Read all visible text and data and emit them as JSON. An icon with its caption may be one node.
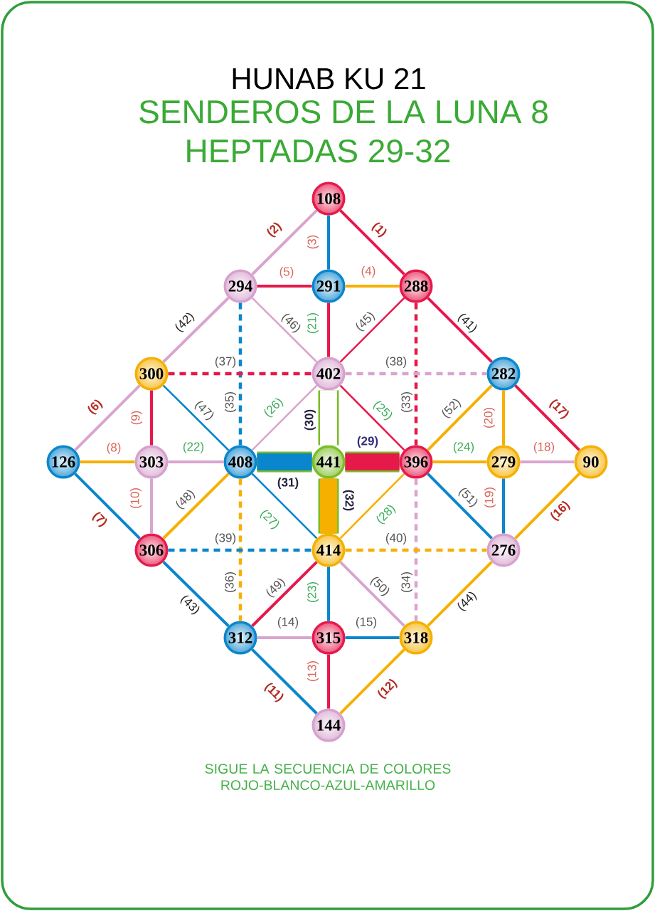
{
  "diagram": {
    "title": "HUNAB KU 21",
    "nodes": [
      {
        "text": [
          "108"
        ]
      },
      {
        "text": [
          "294"
        ]
      },
      {
        "text": [
          "291"
        ]
      },
      {
        "text": [
          "288"
        ]
      },
      {
        "text": [
          "300"
        ]
      },
      {
        "text": [
          "402"
        ]
      },
      {
        "text": [
          "282"
        ]
      },
      {
        "text": [
          "126"
        ]
      },
      {
        "text": [
          "303"
        ]
      },
      {
        "text": [
          "408"
        ]
      },
      {
        "text": [
          "441"
        ]
      },
      {
        "text": [
          "396"
        ]
      },
      {
        "text": [
          "279"
        ]
      },
      {
        "text": [
          "90"
        ]
      },
      {
        "text": [
          "306"
        ]
      },
      {
        "text": [
          "414"
        ]
      },
      {
        "text": [
          "276"
        ]
      },
      {
        "text": [
          "312"
        ]
      },
      {
        "text": [
          "315"
        ]
      },
      {
        "text": [
          "318"
        ]
      },
      {
        "text": [
          "144"
        ]
      }
    ],
    "edges": [
      {
        "from": 0,
        "to": 3,
        "arrow": "none",
        "label": "(1)",
        "color": "#e6194b"
      },
      {
        "from": 0,
        "to": 1,
        "arrow": "none",
        "label": "(2)",
        "color": "#d9a5cf"
      },
      {
        "from": 0,
        "to": 2,
        "arrow": "none",
        "label": "(3)",
        "color": "#0a86cc"
      },
      {
        "from": 2,
        "to": 3,
        "arrow": "none",
        "label": "(4)",
        "color": "#f5b000"
      },
      {
        "from": 1,
        "to": 2,
        "arrow": "none",
        "label": "(5)",
        "color": "#e6194b"
      },
      {
        "from": 7,
        "to": 4,
        "arrow": "none",
        "label": "(6)",
        "color": "#d9a5cf"
      },
      {
        "from": 7,
        "to": 14,
        "arrow": "none",
        "label": "(7)",
        "color": "#0a86cc"
      },
      {
        "from": 7,
        "to": 8,
        "arrow": "none",
        "label": "(8)",
        "color": "#f5b000"
      },
      {
        "from": 4,
        "to": 8,
        "arrow": "none",
        "label": "(9)",
        "color": "#e6194b"
      },
      {
        "from": 8,
        "to": 14,
        "arrow": "none",
        "label": "(10)",
        "color": "#d9a5cf"
      },
      {
        "from": 17,
        "to": 20,
        "arrow": "none",
        "label": "(11)",
        "color": "#0a86cc"
      },
      {
        "from": 19,
        "to": 20,
        "arrow": "none",
        "label": "(12)",
        "color": "#f5b000"
      },
      {
        "from": 18,
        "to": 20,
        "arrow": "none",
        "label": "(13)",
        "color": "#e6194b"
      },
      {
        "from": 17,
        "to": 18,
        "arrow": "none",
        "label": "(14)",
        "color": "#d9a5cf"
      },
      {
        "from": 18,
        "to": 19,
        "arrow": "none",
        "label": "(15)",
        "color": "#0a86cc"
      },
      {
        "from": 13,
        "to": 16,
        "arrow": "none",
        "label": "(16)",
        "color": "#f5b000"
      },
      {
        "from": 6,
        "to": 13,
        "arrow": "none",
        "label": "(17)",
        "color": "#e6194b"
      },
      {
        "from": 12,
        "to": 13,
        "arrow": "none",
        "label": "(18)",
        "color": "#d9a5cf"
      },
      {
        "from": 12,
        "to": 16,
        "arrow": "none",
        "label": "(19)",
        "color": "#0a86cc"
      },
      {
        "from": 6,
        "to": 12,
        "arrow": "none",
        "label": "(20)",
        "color": "#f5b000"
      },
      {
        "from": 2,
        "to": 5,
        "arrow": "none",
        "label": "(21)",
        "color": "#e6194b"
      },
      {
        "from": 8,
        "to": 9,
        "arrow": "none",
        "label": "(22)",
        "color": "#d9a5cf"
      },
      {
        "from": 15,
        "to": 18,
        "arrow": "none",
        "label": "(23)",
        "color": "#0a86cc"
      },
      {
        "from": 11,
        "to": 12,
        "arrow": "none",
        "label": "(24)",
        "color": "#f5b000"
      },
      {
        "from": 5,
        "to": 11,
        "arrow": "none",
        "label": "(25)",
        "color": "#e6194b"
      },
      {
        "from": 5,
        "to": 9,
        "arrow": "none",
        "label": "(26)",
        "color": "#d9a5cf"
      },
      {
        "from": 9,
        "to": 15,
        "arrow": "none",
        "label": "(27)",
        "color": "#0a86cc"
      },
      {
        "from": 11,
        "to": 15,
        "arrow": "none",
        "label": "(28)",
        "color": "#f5b000"
      },
      {
        "from": 10,
        "to": 11,
        "arrow": "none",
        "label": "(29)",
        "style": "thick",
        "color": "#e6194b"
      },
      {
        "from": 5,
        "to": 10,
        "arrow": "none",
        "label": "(30)",
        "style": "thick",
        "color": "#ffffff"
      },
      {
        "from": 9,
        "to": 10,
        "arrow": "none",
        "label": "(31)",
        "style": "thick",
        "color": "#0a86cc"
      },
      {
        "from": 10,
        "to": 15,
        "arrow": "none",
        "label": "(32)",
        "style": "thick",
        "color": "#f5b000"
      },
      {
        "from": 3,
        "to": 11,
        "arrow": "none",
        "label": "(33)",
        "style": "dashed",
        "color": "#e6194b"
      },
      {
        "from": 11,
        "to": 19,
        "arrow": "none",
        "label": "(34)",
        "style": "dashed",
        "color": "#d9a5cf"
      },
      {
        "from": 1,
        "to": 9,
        "arrow": "none",
        "label": "(35)",
        "style": "dashed",
        "color": "#0a86cc"
      },
      {
        "from": 9,
        "to": 17,
        "arrow": "none",
        "label": "(36)",
        "style": "dashed",
        "color": "#f5b000"
      },
      {
        "from": 4,
        "to": 5,
        "arrow": "none",
        "label": "(37)",
        "style": "dashed",
        "color": "#e6194b"
      },
      {
        "from": 5,
        "to": 6,
        "arrow": "none",
        "label": "(38)",
        "style": "dashed",
        "color": "#d9a5cf"
      },
      {
        "from": 14,
        "to": 15,
        "arrow": "none",
        "label": "(39)",
        "style": "dashed",
        "color": "#0a86cc"
      },
      {
        "from": 15,
        "to": 16,
        "arrow": "none",
        "label": "(40)",
        "style": "dashed",
        "color": "#f5b000"
      },
      {
        "from": 3,
        "to": 6,
        "arrow": "none",
        "label": "(41)",
        "color": "#e6194b"
      },
      {
        "from": 1,
        "to": 4,
        "arrow": "none",
        "label": "(42)",
        "color": "#d9a5cf"
      },
      {
        "from": 14,
        "to": 17,
        "arrow": "none",
        "label": "(43)",
        "color": "#0a86cc"
      },
      {
        "from": 19,
        "to": 16,
        "arrow": "none",
        "label": "(44)",
        "color": "#f5b000"
      },
      {
        "from": 5,
        "to": 3,
        "arrow": "none",
        "label": "(45)",
        "color": "#e6194b"
      },
      {
        "from": 1,
        "to": 5,
        "arrow": "none",
        "label": "(46)",
        "color": "#d9a5cf"
      },
      {
        "from": 4,
        "to": 9,
        "arrow": "none",
        "label": "(47)",
        "color": "#0a86cc"
      },
      {
        "from": 14,
        "to": 9,
        "arrow": "none",
        "label": "(48)",
        "color": "#f5b000"
      },
      {
        "from": 17,
        "to": 15,
        "arrow": "none",
        "label": "(49)",
        "color": "#e6194b"
      },
      {
        "from": 15,
        "to": 19,
        "arrow": "none",
        "label": "(50)",
        "color": "#d9a5cf"
      },
      {
        "from": 11,
        "to": 16,
        "arrow": "none",
        "label": "(51)",
        "color": "#0a86cc"
      },
      {
        "from": 11,
        "to": 6,
        "arrow": "none",
        "label": "(52)",
        "color": "#f5b000"
      }
    ],
    "labels": [
      "SENDEROS DE LA LUNA 8",
      "HEPTADAS 29-32"
    ],
    "caption": "SIGUE LA SECUENCIA DE COLORES ROJO-BLANCO-AZUL-AMARILLO"
  }
}
